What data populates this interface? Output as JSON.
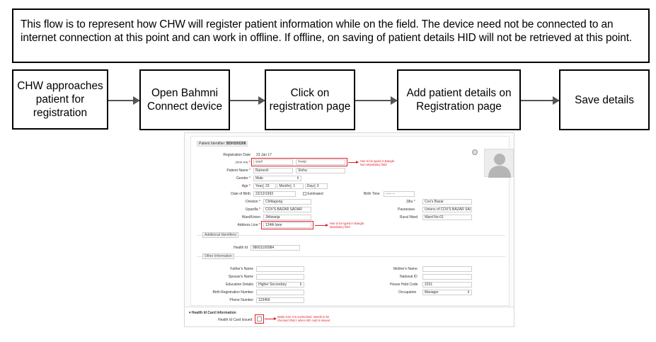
{
  "note": "This flow is to represent how CHW will register patient information while on the field. The device need not be connected to an internet connection at this point and can work in offline. If offline, on saving of patient details HID will not be retrieved at this point.",
  "steps": [
    "CHW approaches patient for registration",
    "Open Bahmni Connect device",
    "Click on registration page",
    "Add patient details on Registration page",
    "Save details"
  ],
  "form": {
    "identifier_label": "Patient Identifier:",
    "identifier_value": "BDH200208",
    "registration_date_label": "Registration Date",
    "registration_date_value": "23 Jan 17",
    "bangla_name_label": "প্রদত্ত নাম",
    "bangla_given": "রমেশ",
    "bangla_family": "সিনহা",
    "bangla_note": "Has to be typed in Bangla\nNon Mandatory field",
    "patient_name_label": "Patient Name",
    "given_name": "Ramesh",
    "family_name": "Sinha",
    "gender_label": "Gender",
    "gender_value": "Male",
    "age_label": "Age",
    "years_label": "Years",
    "years_value": "23",
    "months_label": "Months",
    "months_value": "1",
    "days_label": "Days",
    "days_value": "3",
    "dob_label": "Date of Birth",
    "dob_value": "22/12/1993",
    "estimated_label": "Estimated",
    "birth_time_label": "Birth Time",
    "birth_time_value": "--:-- --",
    "division_label": "Division",
    "division_value": "Chittagong",
    "zilla_label": "Zilla",
    "zilla_value": "Cox's Bazar",
    "upazilla_label": "Upazilla",
    "upazilla_value": "COX'S BAZAR SADAR",
    "paurasava_label": "Paurasava",
    "paurasava_value": "Unions of COX'S BAZAR SAI",
    "ward_union_label": "Ward/Union",
    "ward_union_value": "Jhilwanja",
    "rural_ward_label": "Rural Ward",
    "rural_ward_value": "Ward No-01",
    "address_label": "Address Line",
    "address_value": "124th lane",
    "address_note": "Has to be typed in Bangla\nMandatory field",
    "additional_identifiers": "Additional Identifiers",
    "health_id_label": "Health Id",
    "health_id_value": "98001100984",
    "other_information": "Other Information",
    "fathers_name_label": "Father's Name",
    "mothers_name_label": "Mother's Name",
    "spouses_name_label": "Spouse's Name",
    "national_id_label": "National ID",
    "education_label": "Education Details",
    "education_value": "Higher Secondary",
    "household_label": "House Hold Code",
    "household_value": "2231",
    "birth_reg_label": "Birth Registration Number",
    "occupation_label": "Occupation",
    "occupation_value": "Manager",
    "phone_label": "Phone Number",
    "phone_value": "123456",
    "health_card_section": "Health Id Card Information",
    "health_card_label": "Health Id Card Issued",
    "health_card_note": "Make sure it is unchecked. Needs to be\nchecked ONLY when HID card is issued"
  }
}
